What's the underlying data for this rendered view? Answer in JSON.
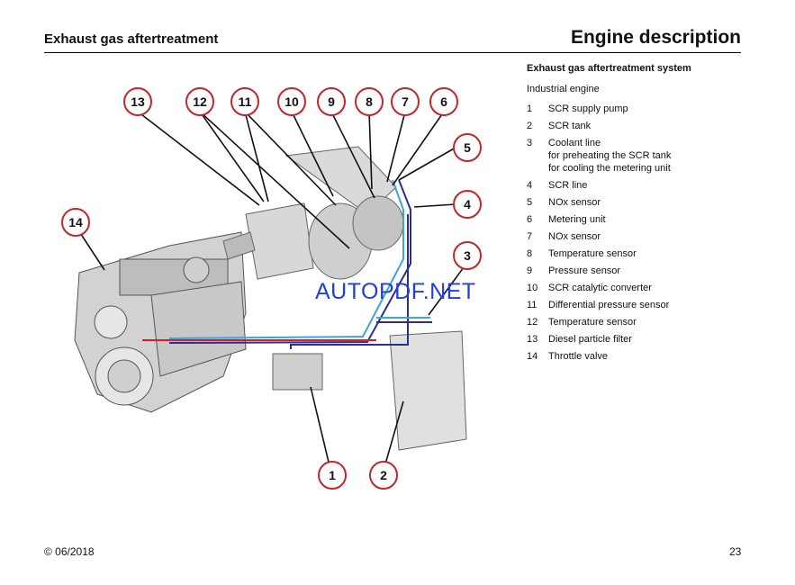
{
  "header": {
    "left_title": "Exhaust gas aftertreatment",
    "right_title": "Engine description"
  },
  "legend": {
    "title": "Exhaust gas aftertreatment system",
    "subtitle": "Industrial engine",
    "items": [
      {
        "num": "1",
        "text": "SCR supply pump"
      },
      {
        "num": "2",
        "text": "SCR tank"
      },
      {
        "num": "3",
        "text": "Coolant line\nfor preheating the SCR tank\nfor cooling the metering unit"
      },
      {
        "num": "4",
        "text": "SCR line"
      },
      {
        "num": "5",
        "text": "NOx sensor"
      },
      {
        "num": "6",
        "text": "Metering unit"
      },
      {
        "num": "7",
        "text": "NOx sensor"
      },
      {
        "num": "8",
        "text": "Temperature sensor"
      },
      {
        "num": "9",
        "text": "Pressure sensor"
      },
      {
        "num": "10",
        "text": "SCR catalytic converter"
      },
      {
        "num": "11",
        "text": "Differential pressure sensor"
      },
      {
        "num": "12",
        "text": "Temperature sensor"
      },
      {
        "num": "13",
        "text": "Diesel particle filter"
      },
      {
        "num": "14",
        "text": "Throttle valve"
      }
    ]
  },
  "diagram": {
    "callouts": [
      "1",
      "2",
      "3",
      "4",
      "5",
      "6",
      "7",
      "8",
      "9",
      "10",
      "11",
      "12",
      "13",
      "14"
    ],
    "colors": {
      "callout_ring": "#c0262c",
      "coolant_line": "#3aa7d8",
      "scr_line": "#2a2f8f",
      "heat_line": "#d0202a"
    }
  },
  "watermark": "AUTOPDF.NET",
  "footer": {
    "copyright": "© 06/2018",
    "page_number": "23"
  }
}
